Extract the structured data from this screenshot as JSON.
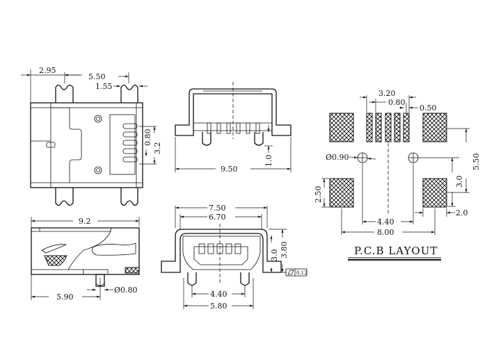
{
  "top_view": {
    "dims": {
      "d1": "2.95",
      "d2": "5.50",
      "d3": "1.55",
      "d4": "0.80",
      "d5": "3.2"
    }
  },
  "front_view": {
    "dims": {
      "width": "9.50",
      "pin": "1.0"
    }
  },
  "pcb_layout": {
    "title": "P.C.B LAYOUT",
    "dims": {
      "span": "3.20",
      "pitch": "0.80",
      "pad_w": "0.50",
      "hole": "Ø0.90",
      "h1": "5.50",
      "h2": "3.0",
      "pad_h": "2.50",
      "pad_w2": "2.0",
      "hole_span": "4.40",
      "total": "8.00"
    }
  },
  "side_view": {
    "dims": {
      "length": "9.2",
      "pin_pos": "5.90",
      "pin_dia": "Ø0.80"
    }
  },
  "end_view": {
    "dims": {
      "outer": "7.50",
      "inner": "6.70",
      "h1": "3.0",
      "h2": "3.80",
      "peg_span": "4.40",
      "base": "5.80",
      "flatness": "0.12"
    }
  }
}
